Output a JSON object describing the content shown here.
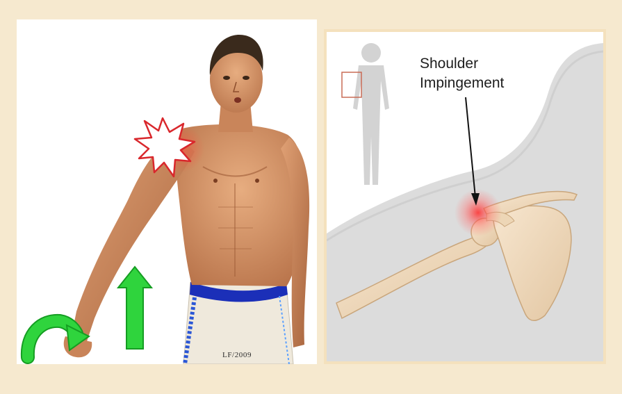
{
  "illustration": {
    "left": {
      "watermark": "LF/2009",
      "icons": [
        "pain-burst-icon",
        "rotate-arrow-icon",
        "up-arrow-icon"
      ]
    },
    "right": {
      "annotation_line1": "Shoulder",
      "annotation_line2": "Impingement",
      "icons": [
        "body-locator-icon",
        "pointer-arrow-icon"
      ]
    }
  },
  "colors": {
    "background": "#f6e9cf",
    "skin": "#d99a6c",
    "arrow_green": "#2fd43d",
    "burst_red": "#d9272c",
    "waistband_blue": "#1b2fb8",
    "bone": "#f2dcc0",
    "inflammation_red": "#ff3b3b"
  }
}
